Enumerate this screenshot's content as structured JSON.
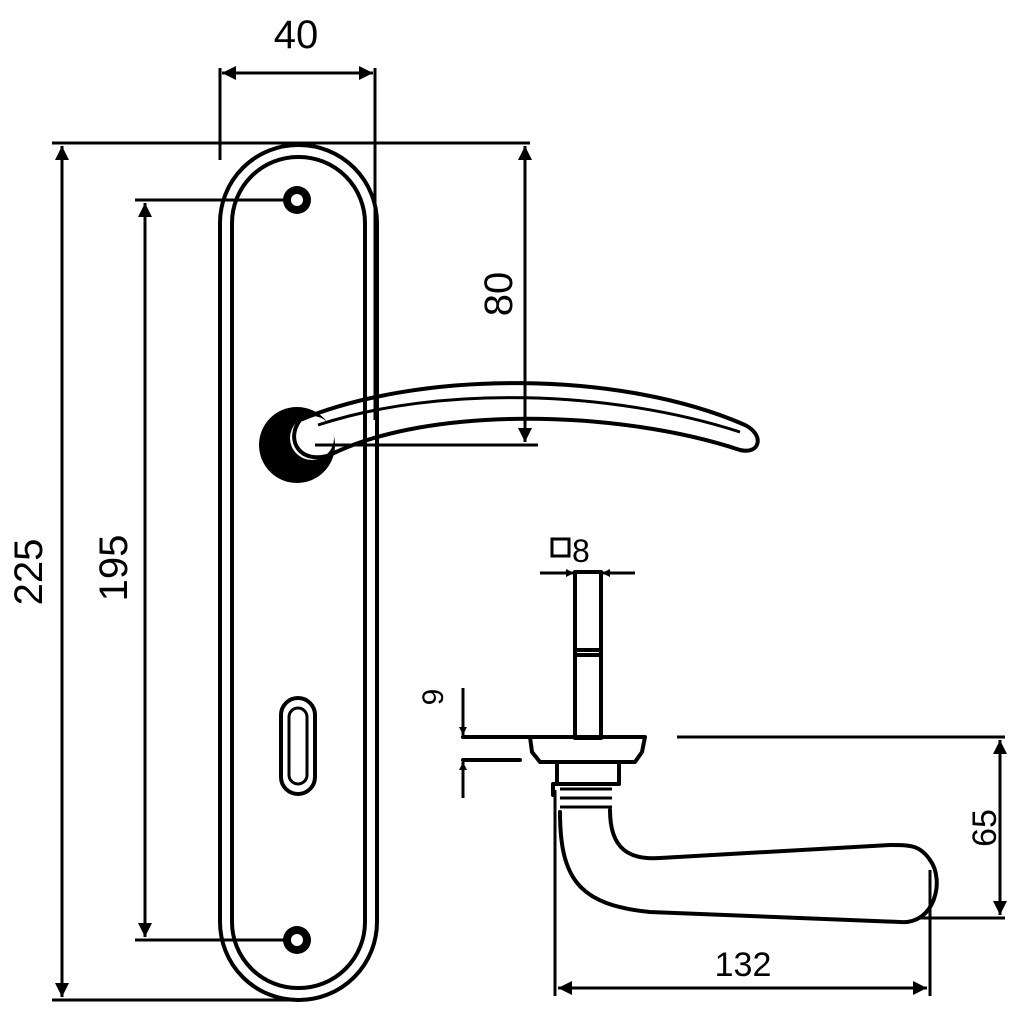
{
  "dimensions": {
    "plate_width": "40",
    "plate_height": "225",
    "screw_spacing": "195",
    "lever_axis_from_top": "80",
    "spindle_square": "8",
    "rose_thickness": "9",
    "lever_projection": "65",
    "lever_length": "132"
  },
  "colors": {
    "line": "#000000",
    "background": "#ffffff"
  }
}
